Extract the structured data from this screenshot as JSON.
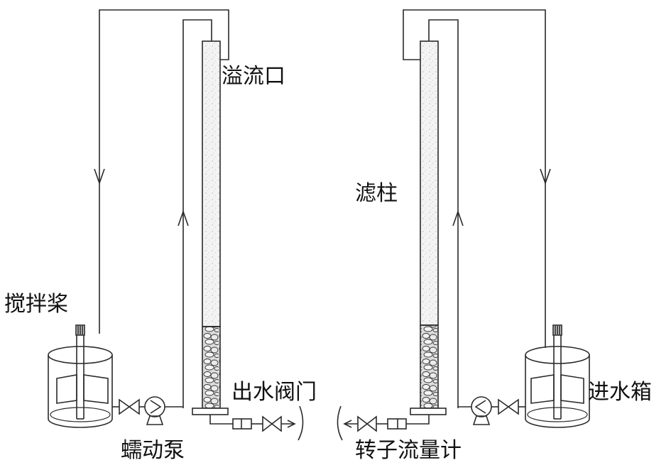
{
  "labels": {
    "overflow_outlet": "溢流口",
    "filter_column": "滤柱",
    "stirring_paddle": "搅拌桨",
    "outlet_valve": "出水阀门",
    "inlet_tank": "进水箱",
    "peristaltic_pump": "蠕动泵",
    "rotameter": "转子流量计"
  },
  "colors": {
    "line": "#2a2a2a",
    "sand_fill": "#f3f3f3",
    "gravel_fill": "#d8d8d8"
  }
}
